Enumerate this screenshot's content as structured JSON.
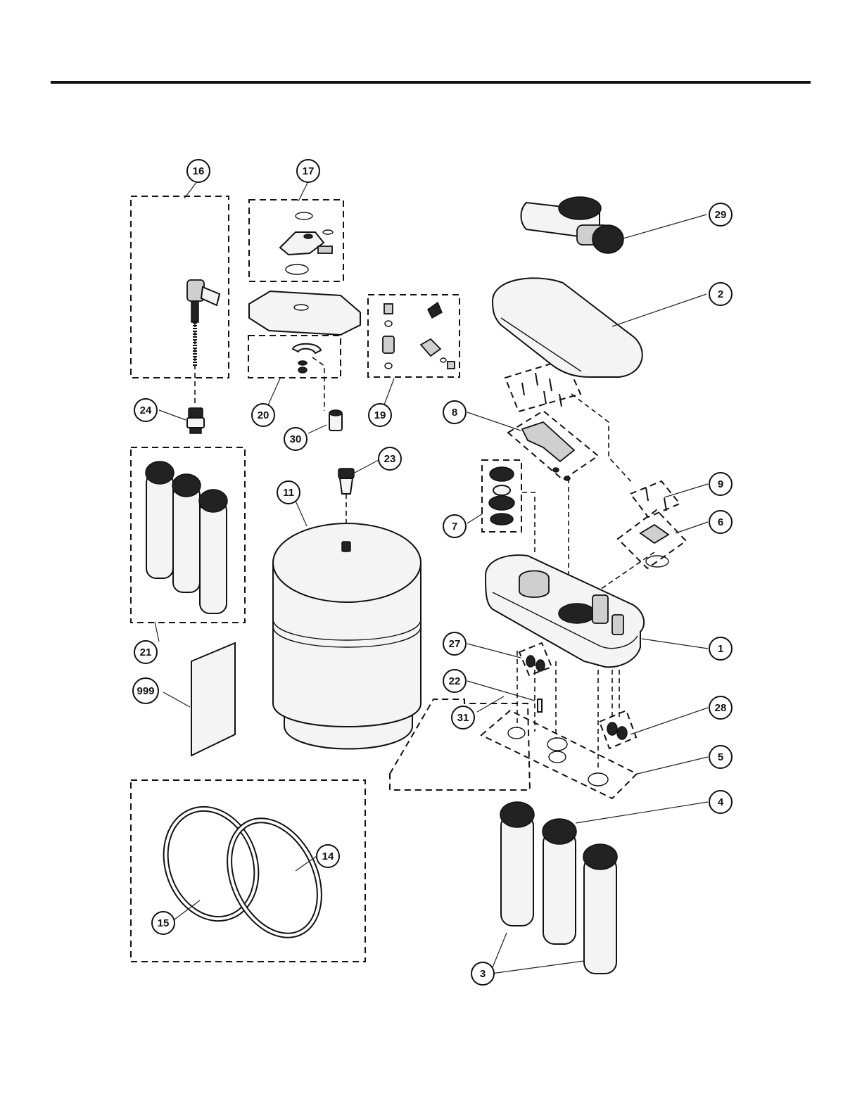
{
  "callouts": [
    {
      "id": "c16",
      "label": "16"
    },
    {
      "id": "c17",
      "label": "17"
    },
    {
      "id": "c29",
      "label": "29"
    },
    {
      "id": "c2",
      "label": "2"
    },
    {
      "id": "c24",
      "label": "24"
    },
    {
      "id": "c20",
      "label": "20"
    },
    {
      "id": "c19",
      "label": "19"
    },
    {
      "id": "c8",
      "label": "8"
    },
    {
      "id": "c30",
      "label": "30"
    },
    {
      "id": "c23",
      "label": "23"
    },
    {
      "id": "c9",
      "label": "9"
    },
    {
      "id": "c11",
      "label": "11"
    },
    {
      "id": "c6",
      "label": "6"
    },
    {
      "id": "c7",
      "label": "7"
    },
    {
      "id": "c1",
      "label": "1"
    },
    {
      "id": "c21",
      "label": "21"
    },
    {
      "id": "c27",
      "label": "27"
    },
    {
      "id": "c999",
      "label": "999"
    },
    {
      "id": "c22",
      "label": "22"
    },
    {
      "id": "c28",
      "label": "28"
    },
    {
      "id": "c31",
      "label": "31"
    },
    {
      "id": "c5",
      "label": "5"
    },
    {
      "id": "c4",
      "label": "4"
    },
    {
      "id": "c14",
      "label": "14"
    },
    {
      "id": "c15",
      "label": "15"
    },
    {
      "id": "c3",
      "label": "3"
    }
  ]
}
